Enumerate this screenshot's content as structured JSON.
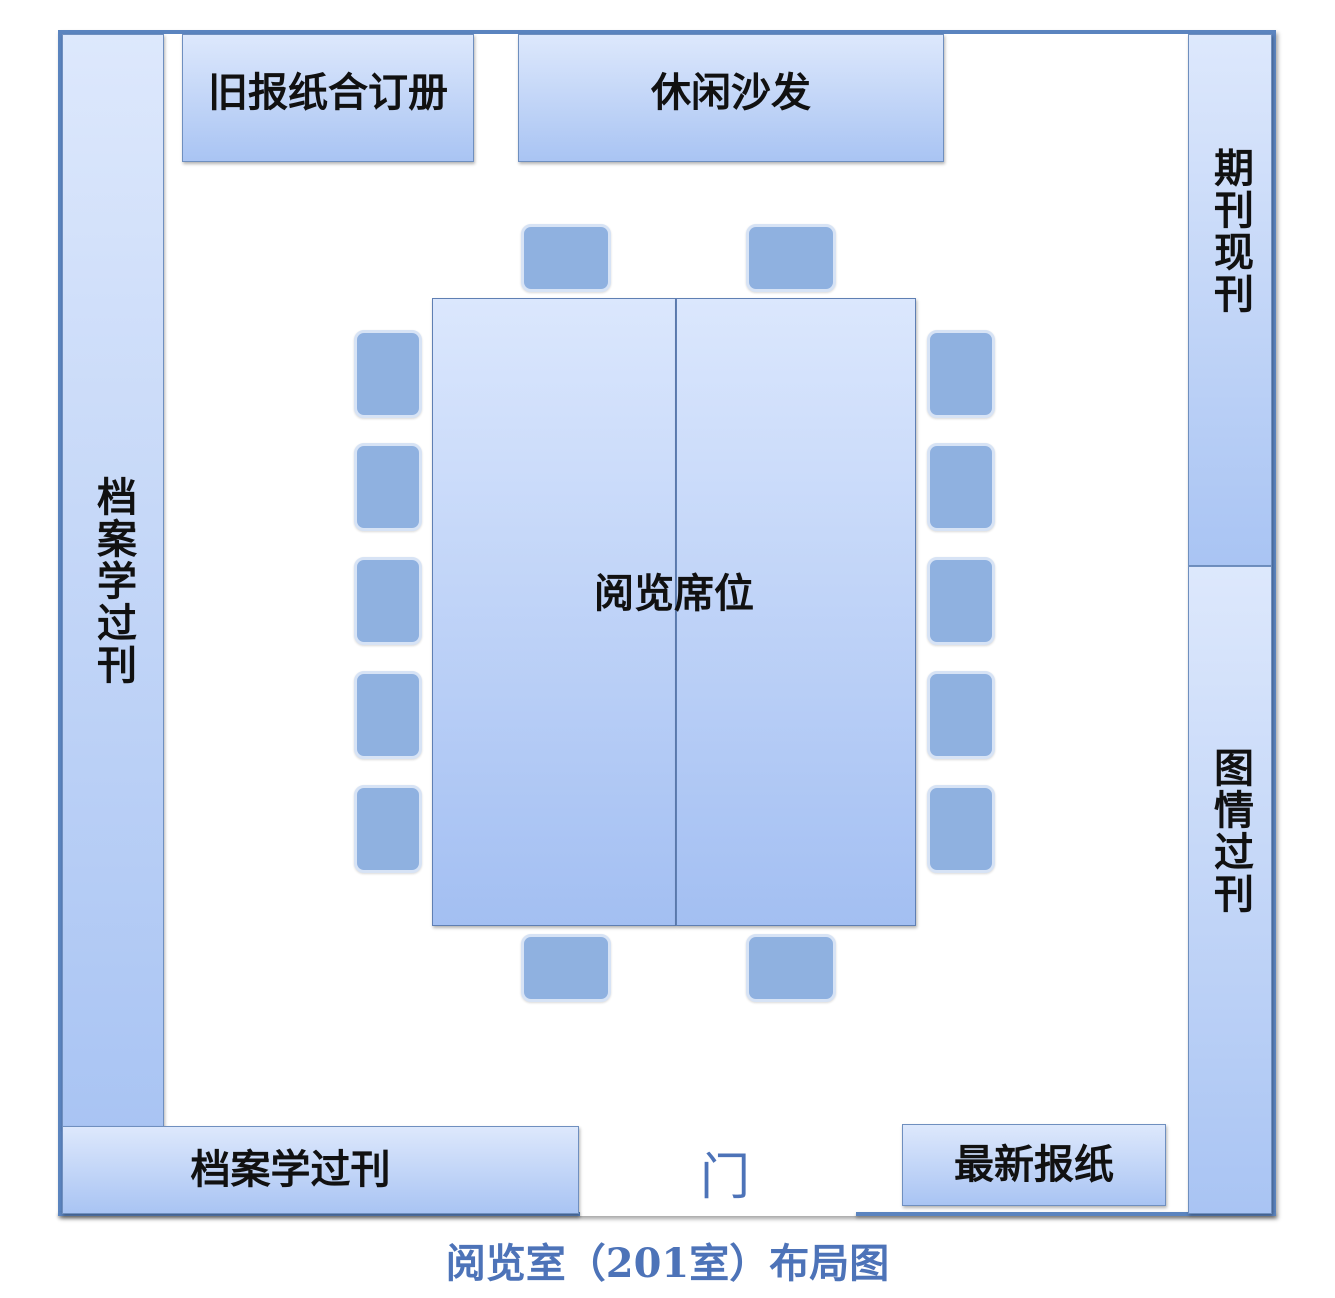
{
  "furniture": {
    "old_newspaper_bound": "旧报纸合订册",
    "sofa": "休闲沙发",
    "periodicals_current": "期刊现刊",
    "archives_past_left": "档案学过刊",
    "intelligence_past": "图情过刊",
    "archives_past_bottom": "档案学过刊",
    "latest_newspapers": "最新报纸"
  },
  "table": {
    "label": "阅览席位"
  },
  "door": {
    "label": "门"
  },
  "caption": "阅览室（201室）布局图",
  "colors": {
    "wall": "#5b84bf",
    "box_gradient_top": "#dde8fc",
    "box_gradient_bottom": "#a9c4f3",
    "chair": "#8fb1e0",
    "caption": "#4d73b8"
  }
}
